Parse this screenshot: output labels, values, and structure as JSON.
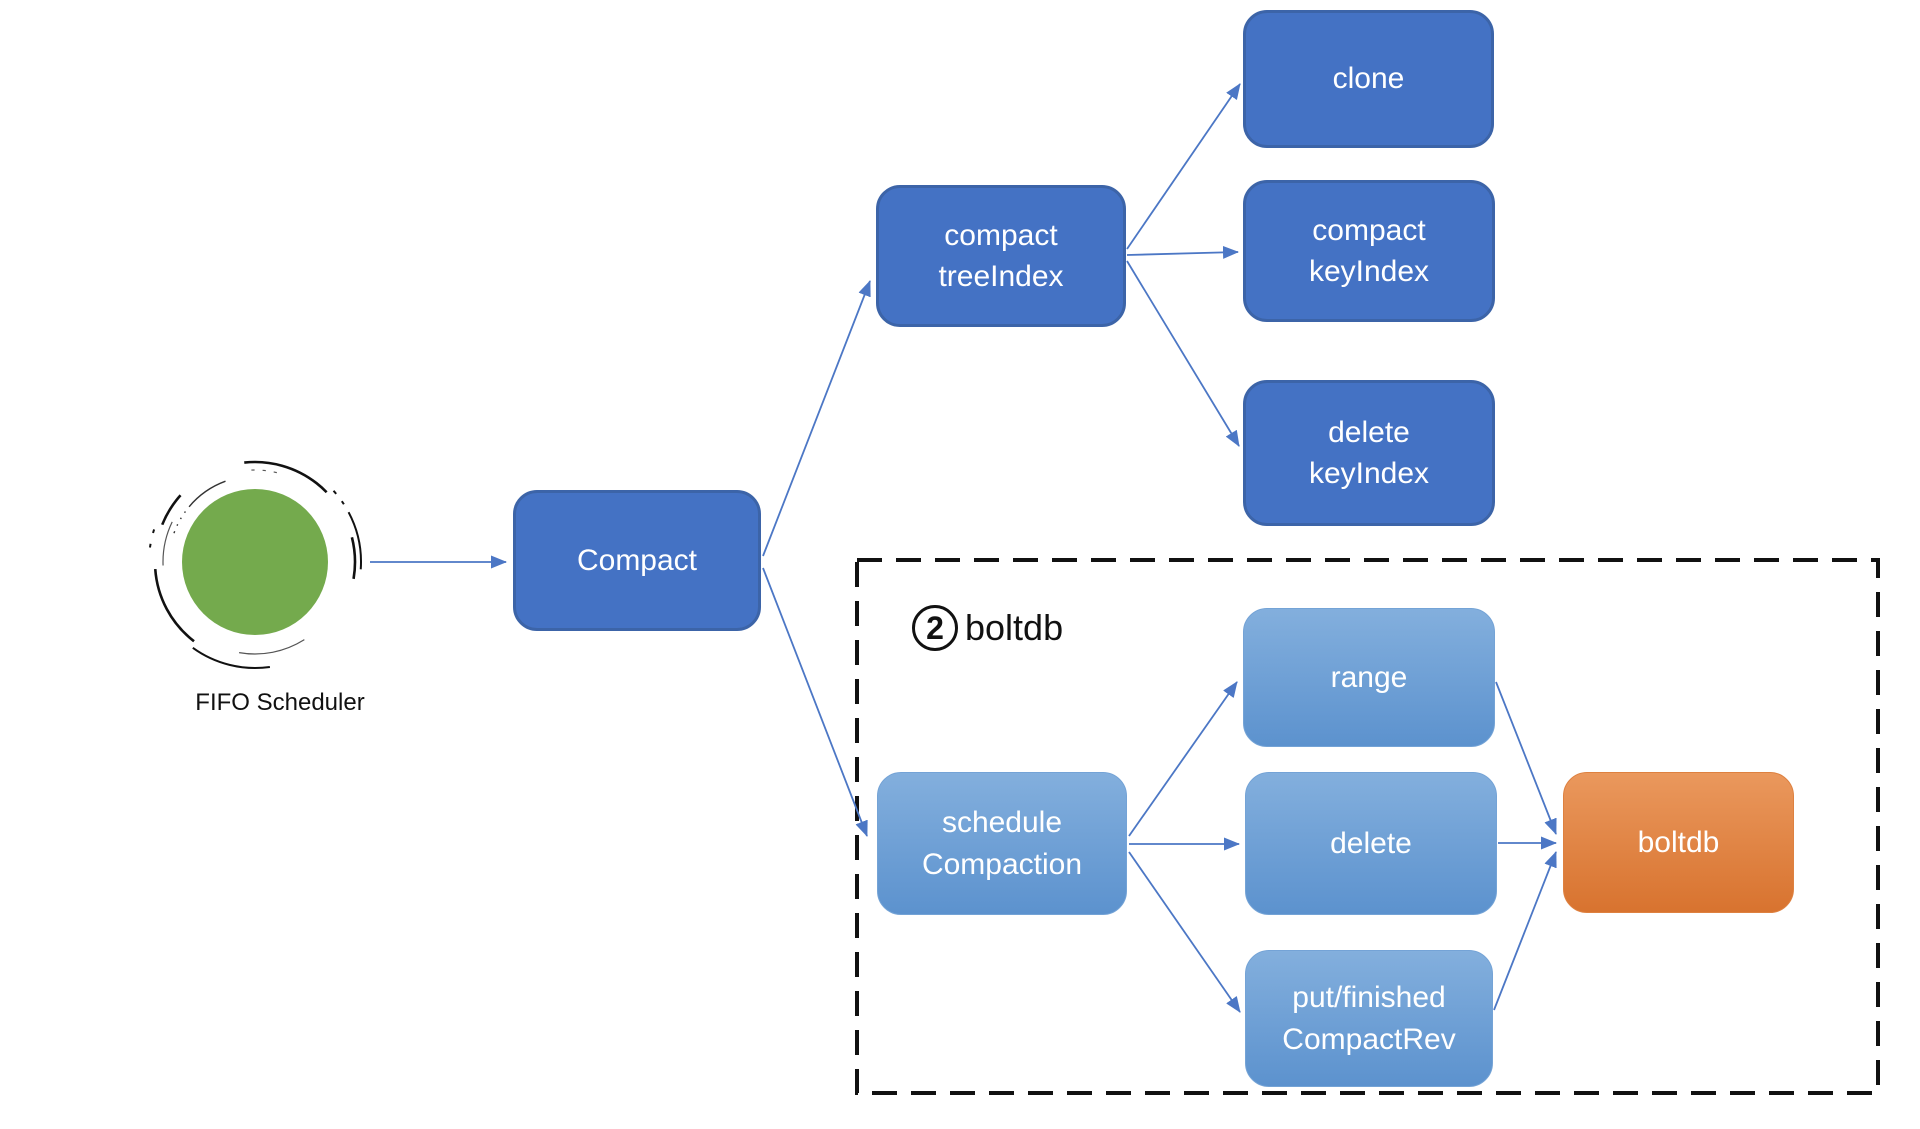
{
  "scheduler": {
    "label": "FIFO Scheduler"
  },
  "nodes": {
    "compact": {
      "label": "Compact"
    },
    "compact_treeindex": {
      "label": "compact\ntreeIndex"
    },
    "clone": {
      "label": "clone"
    },
    "compact_keyindex": {
      "label": "compact\nkeyIndex"
    },
    "delete_keyindex": {
      "label": "delete\nkeyIndex"
    },
    "schedule_compaction": {
      "label": "schedule\nCompaction"
    },
    "range": {
      "label": "range"
    },
    "delete": {
      "label": "delete"
    },
    "put_finished_compactrev": {
      "label": "put/finished\nCompactRev"
    },
    "boltdb": {
      "label": "boltdb"
    }
  },
  "group": {
    "badge": "2",
    "label": "boltdb"
  },
  "colors": {
    "dark_blue_fill": "#4472C4",
    "dark_blue_border": "#3C64A8",
    "light_blue_top": "#83AFDD",
    "light_blue_bottom": "#5C92CE",
    "orange_top": "#EA985D",
    "orange_bottom": "#D8732F",
    "green_circle": "#74AA4D",
    "arrow": "#4C77C5",
    "dashed_border": "#111111",
    "box_text": "#FFFFFF",
    "label_text": "#111111"
  },
  "edges": [
    {
      "from": "fifo_scheduler",
      "to": "compact"
    },
    {
      "from": "compact",
      "to": "compact_treeindex"
    },
    {
      "from": "compact",
      "to": "schedule_compaction"
    },
    {
      "from": "compact_treeindex",
      "to": "clone"
    },
    {
      "from": "compact_treeindex",
      "to": "compact_keyindex"
    },
    {
      "from": "compact_treeindex",
      "to": "delete_keyindex"
    },
    {
      "from": "schedule_compaction",
      "to": "range"
    },
    {
      "from": "schedule_compaction",
      "to": "delete"
    },
    {
      "from": "schedule_compaction",
      "to": "put_finished_compactrev"
    },
    {
      "from": "range",
      "to": "boltdb"
    },
    {
      "from": "delete",
      "to": "boltdb"
    },
    {
      "from": "put_finished_compactrev",
      "to": "boltdb"
    }
  ]
}
